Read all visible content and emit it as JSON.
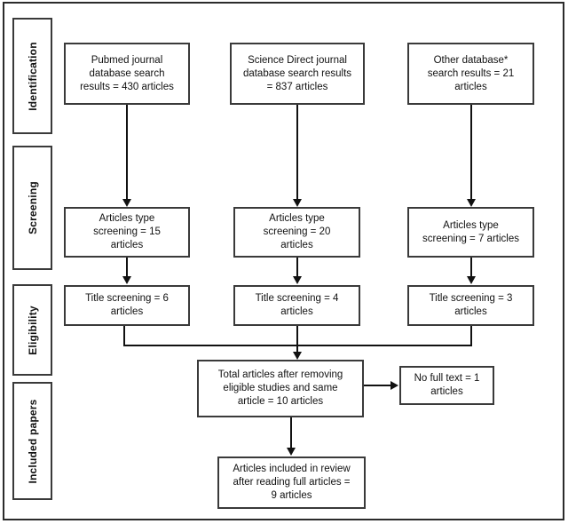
{
  "figure": {
    "type": "prisma-flow-diagram",
    "background_color": "#ffffff",
    "line_color": "#111111",
    "box_border_color": "#3a3a3a"
  },
  "stages": [
    {
      "id": "identification",
      "label": "Identification"
    },
    {
      "id": "screening",
      "label": "Screening"
    },
    {
      "id": "eligibility",
      "label": "Eligibility"
    },
    {
      "id": "included",
      "label": "Included papers"
    }
  ],
  "nodes": {
    "pubmed_source": "Pubmed journal\ndatabase search\nresults = 430 articles",
    "sciencedirect_source": "Science Direct journal\ndatabase search results\n= 837 articles",
    "other_source": "Other database*\nsearch results = 21\narticles",
    "pubmed_type_screening": "Articles type\nscreening = 15\narticles",
    "sciencedirect_type_screening": "Articles type\nscreening = 20\narticles",
    "other_type_screening": "Articles type\nscreening = 7 articles",
    "pubmed_title_screening": "Title screening = 6\narticles",
    "sciencedirect_title_screening": "Title screening = 4\narticles",
    "other_title_screening": "Title screening = 3\narticles",
    "total_after_removing": "Total articles after removing\neligible studies and same\narticle = 10 articles",
    "no_full_text": "No full text = 1\narticles",
    "articles_included": "Articles included in review\nafter reading full articles =\n9 articles"
  },
  "chart_data": {
    "type": "flow",
    "title": "",
    "stages": [
      "Identification",
      "Screening",
      "Eligibility",
      "Included papers"
    ],
    "records": [
      {
        "stage": "Identification",
        "source": "Pubmed journal database search",
        "count": 430,
        "unit": "articles"
      },
      {
        "stage": "Identification",
        "source": "Science Direct journal database search",
        "count": 837,
        "unit": "articles"
      },
      {
        "stage": "Identification",
        "source": "Other database*",
        "count": 21,
        "unit": "articles"
      },
      {
        "stage": "Screening",
        "source": "Pubmed articles type screening",
        "count": 15,
        "unit": "articles"
      },
      {
        "stage": "Screening",
        "source": "Science Direct articles type screening",
        "count": 20,
        "unit": "articles"
      },
      {
        "stage": "Screening",
        "source": "Other articles type screening",
        "count": 7,
        "unit": "articles"
      },
      {
        "stage": "Eligibility",
        "source": "Pubmed title screening",
        "count": 6,
        "unit": "articles"
      },
      {
        "stage": "Eligibility",
        "source": "Science Direct title screening",
        "count": 4,
        "unit": "articles"
      },
      {
        "stage": "Eligibility",
        "source": "Other title screening",
        "count": 3,
        "unit": "articles"
      },
      {
        "stage": "Included papers",
        "source": "Total articles after removing eligible studies and same article",
        "count": 10,
        "unit": "articles"
      },
      {
        "stage": "Included papers",
        "source": "No full text (excluded)",
        "count": 1,
        "unit": "articles"
      },
      {
        "stage": "Included papers",
        "source": "Articles included in review after reading full articles",
        "count": 9,
        "unit": "articles"
      }
    ]
  }
}
